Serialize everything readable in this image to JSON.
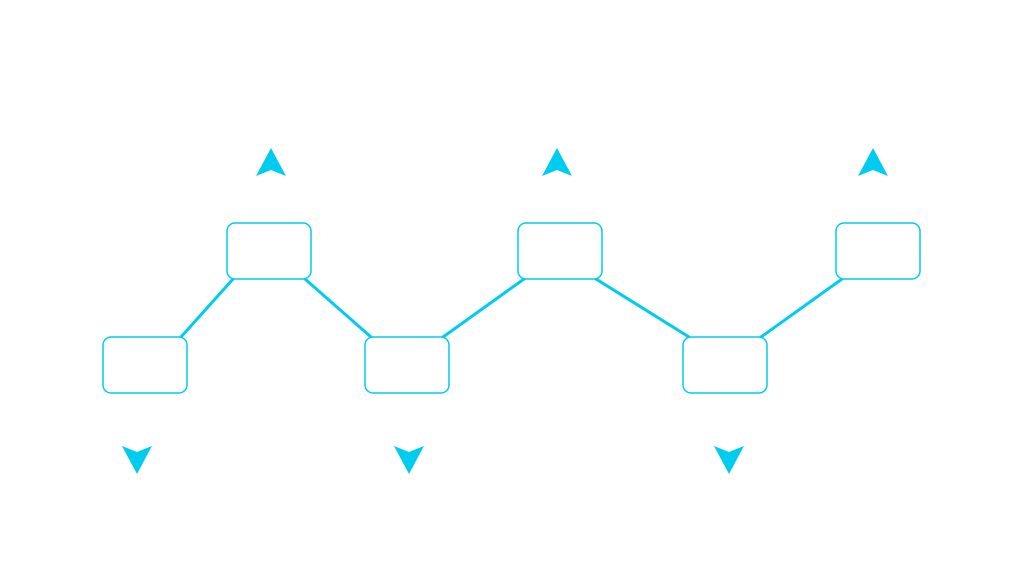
{
  "colors": {
    "accent": "#00ccf0",
    "box_stroke": "#00ccf0",
    "box_fill": "#ffffff",
    "background": "#ffffff"
  },
  "nodes": [
    {
      "id": "node-1",
      "row": "low",
      "arrow": "down",
      "icon": "triangle-down-icon"
    },
    {
      "id": "node-2",
      "row": "high",
      "arrow": "up",
      "icon": "triangle-up-icon"
    },
    {
      "id": "node-3",
      "row": "low",
      "arrow": "down",
      "icon": "triangle-down-icon"
    },
    {
      "id": "node-4",
      "row": "high",
      "arrow": "up",
      "icon": "triangle-up-icon"
    },
    {
      "id": "node-5",
      "row": "low",
      "arrow": "down",
      "icon": "triangle-down-icon"
    },
    {
      "id": "node-6",
      "row": "high",
      "arrow": "up",
      "icon": "triangle-up-icon"
    }
  ],
  "edges": [
    {
      "from": "node-1",
      "to": "node-2"
    },
    {
      "from": "node-2",
      "to": "node-3"
    },
    {
      "from": "node-3",
      "to": "node-4"
    },
    {
      "from": "node-4",
      "to": "node-5"
    },
    {
      "from": "node-5",
      "to": "node-6"
    }
  ]
}
